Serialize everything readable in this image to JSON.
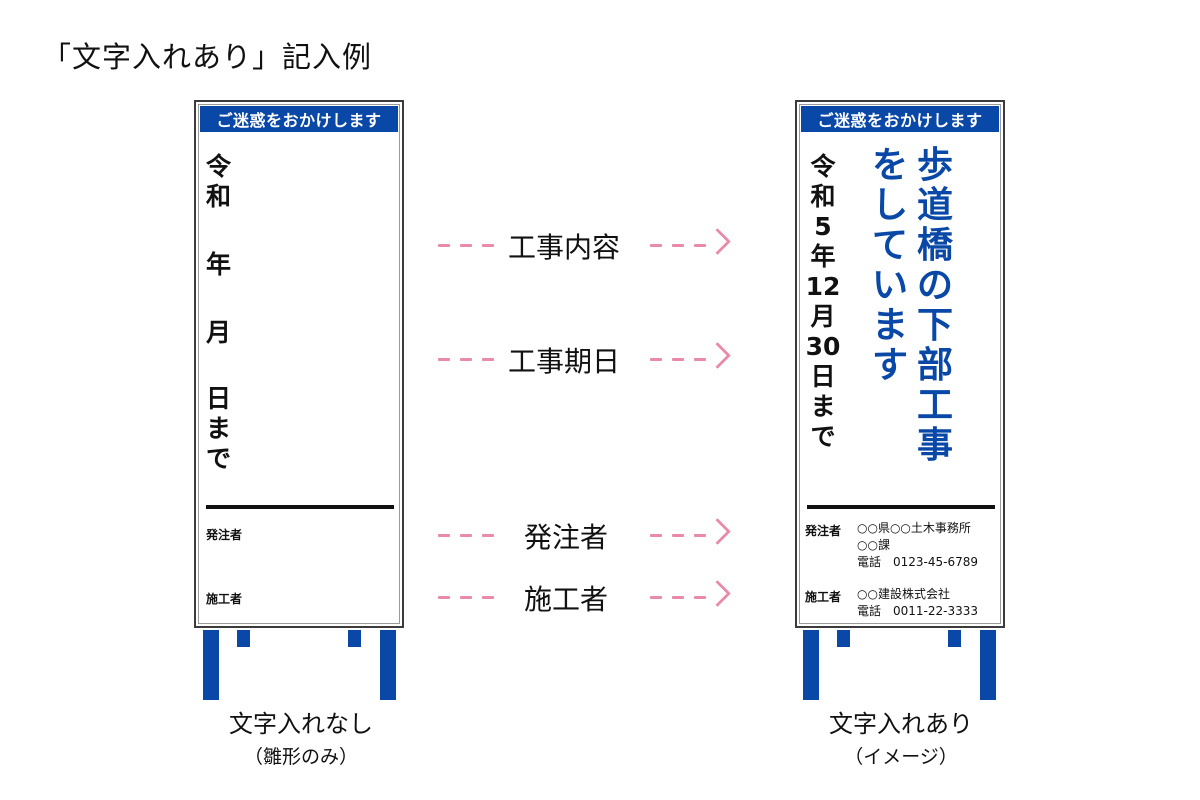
{
  "title": "「文字入れあり」記入例",
  "sign_header": "ご迷惑をおかけします",
  "left_sign": {
    "date_chars": [
      "令",
      "和",
      "年",
      "月",
      "日",
      "ま",
      "で"
    ],
    "orderer_label": "発注者",
    "contractor_label": "施工者"
  },
  "right_sign": {
    "date_chars": [
      "令",
      "和",
      "5",
      "年",
      "12",
      "月",
      "30",
      "日",
      "ま",
      "で"
    ],
    "work_col1": [
      "歩",
      "道",
      "橋",
      "の",
      "下",
      "部",
      "工",
      "事"
    ],
    "work_col2": [
      "を",
      "し",
      "て",
      "い",
      "ま",
      "す"
    ],
    "orderer_label": "発注者",
    "orderer_lines": [
      "○○県○○土木事務所",
      "○○課",
      "電話　0123-45-6789"
    ],
    "contractor_label": "施工者",
    "contractor_lines": [
      "○○建設株式会社",
      "電話　0011-22-3333"
    ]
  },
  "middle_labels": {
    "work": "工事内容",
    "period": "工事期日",
    "orderer": "発注者",
    "contractor": "施工者"
  },
  "captions": {
    "left_main": "文字入れなし",
    "left_sub": "（雛形のみ）",
    "right_main": "文字入れあり",
    "right_sub": "（イメージ）"
  },
  "colors": {
    "sign_blue": "#0a48a8",
    "arrow_pink": "#e98aa8"
  }
}
